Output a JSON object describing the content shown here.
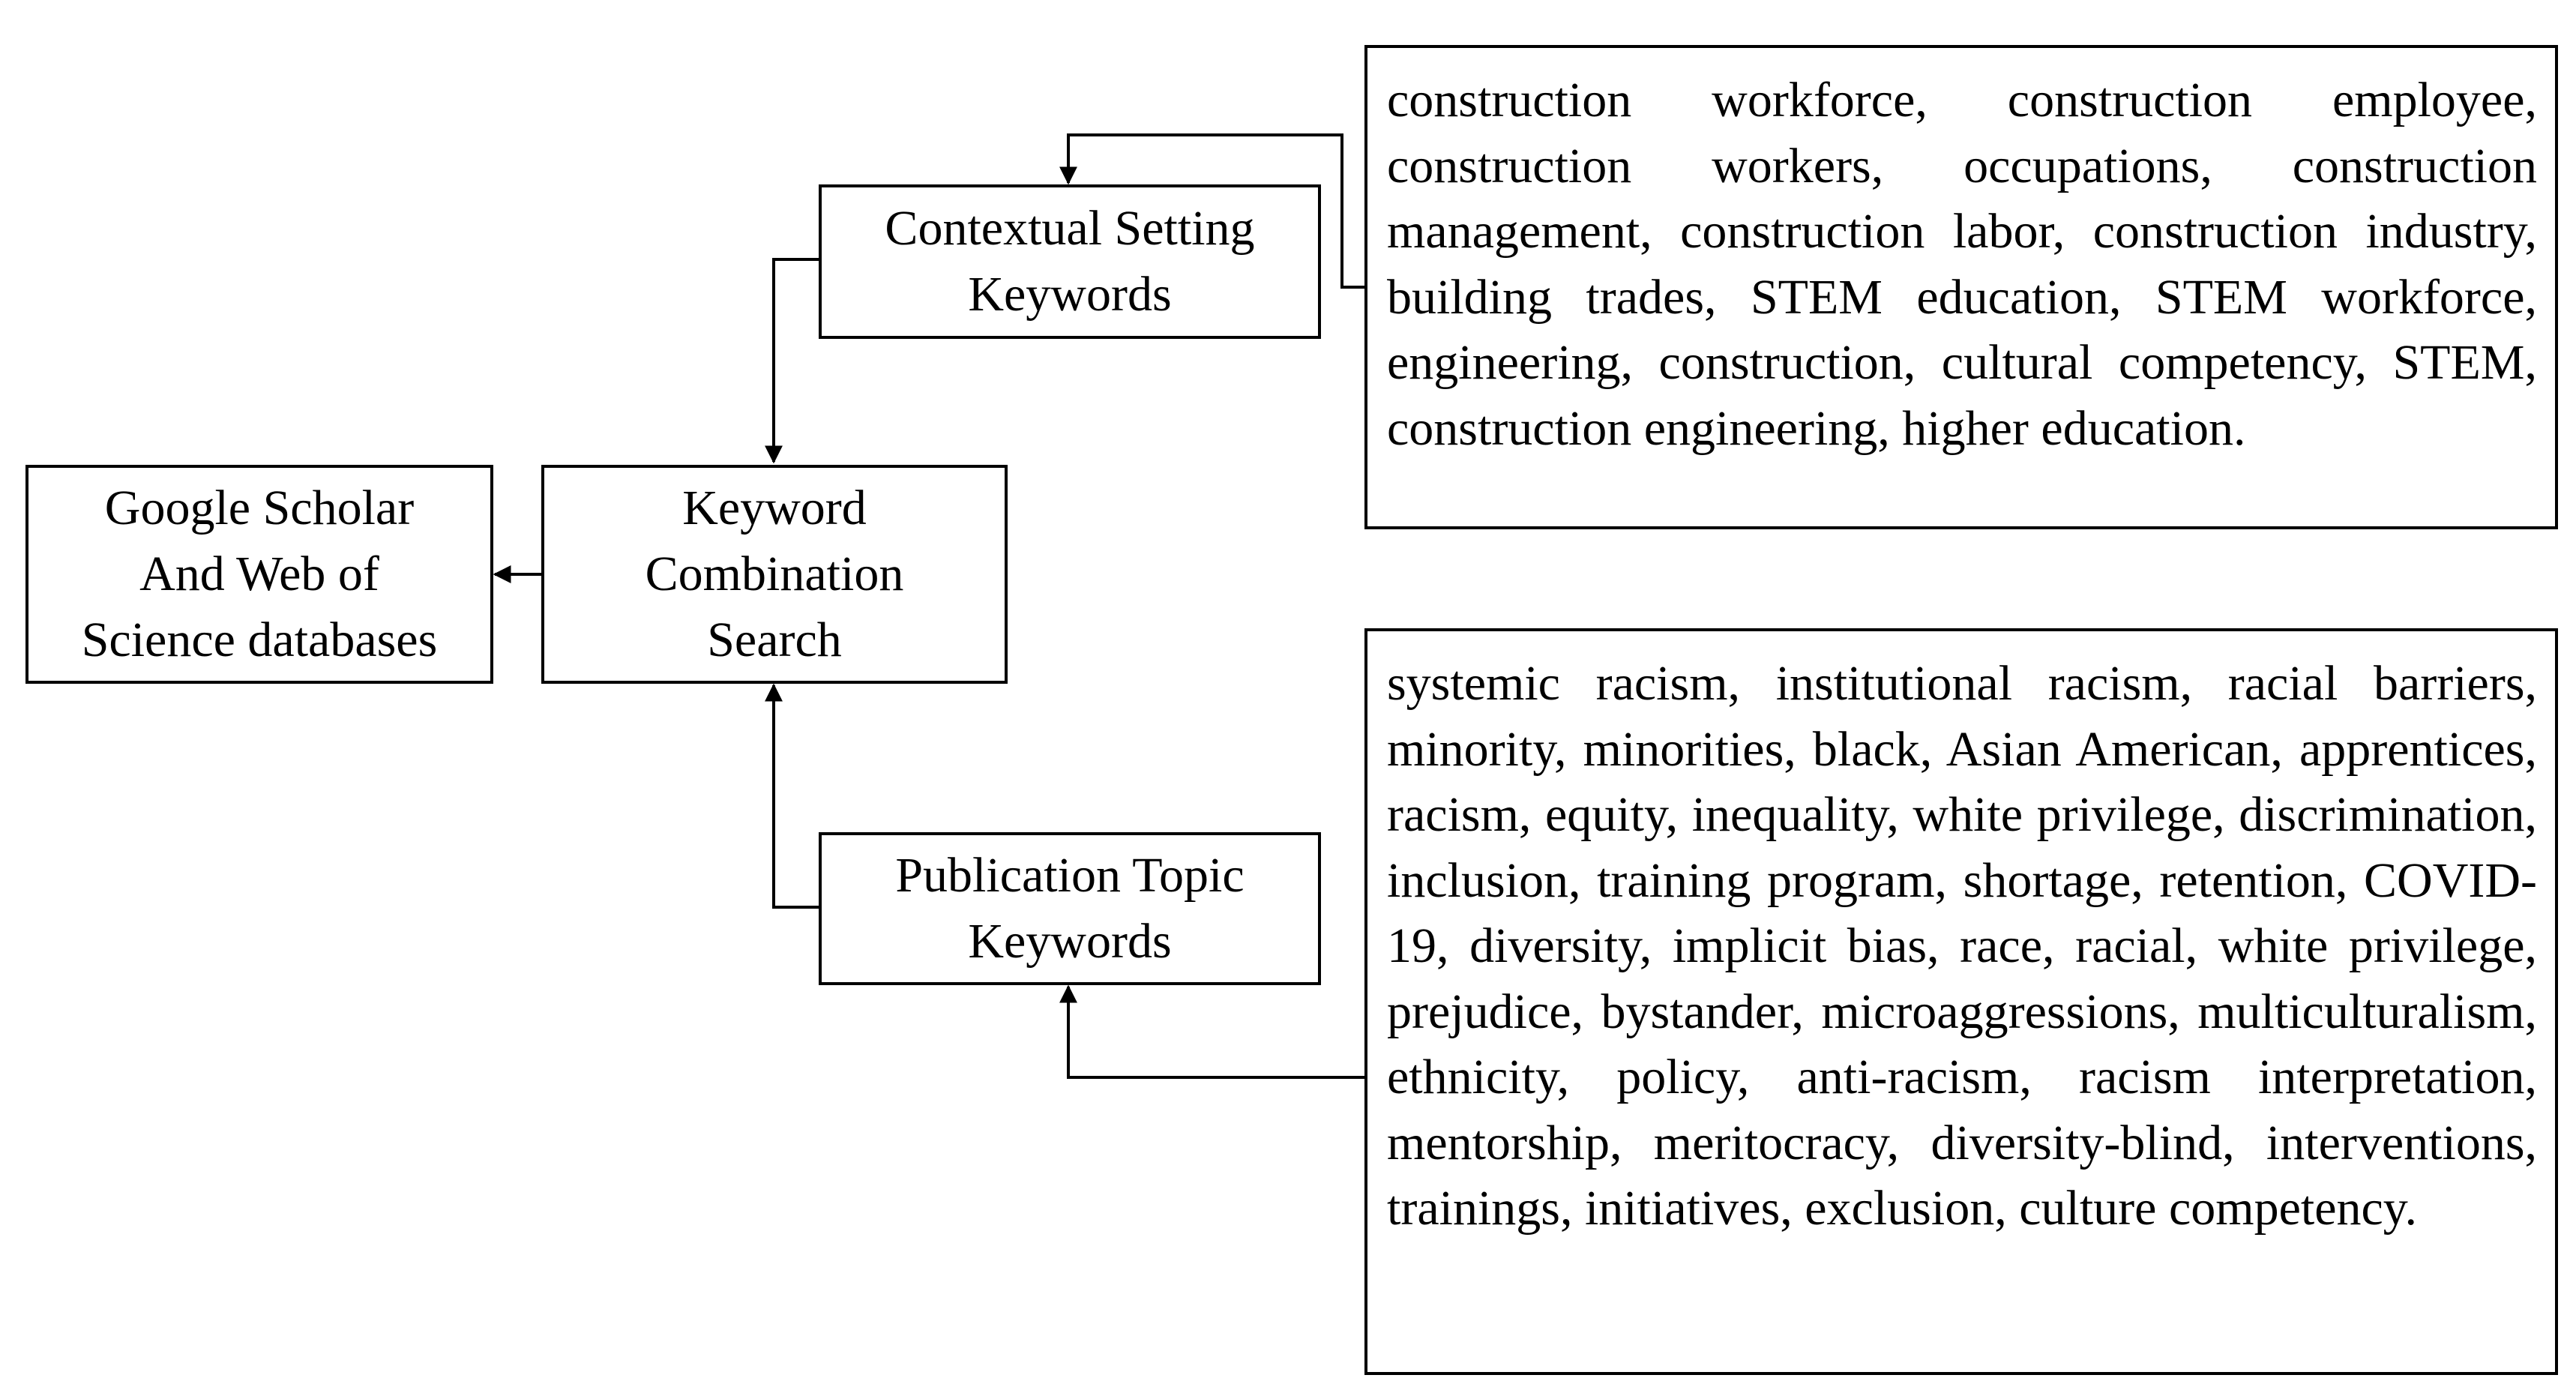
{
  "nodes": {
    "databases": {
      "label": "Google Scholar\nAnd Web of\nScience databases"
    },
    "search": {
      "label": "Keyword\nCombination\nSearch"
    },
    "contextual": {
      "label": "Contextual Setting\nKeywords"
    },
    "topic": {
      "label": "Publication Topic\nKeywords"
    }
  },
  "keyword_lists": {
    "contextual": "construction workforce, construction employee, construction workers, occupations, construction management, construction labor, construction industry, building trades, STEM education, STEM workforce, engineering, construction, cultural competency, STEM, construction engineering, higher education.",
    "topic": "systemic racism, institutional racism, racial barriers, minority, minorities, black, Asian American, apprentices, racism, equity, inequality, white privilege, discrimination, inclusion, training program, shortage, retention, COVID-19, diversity, implicit bias, race, racial, white privilege, prejudice, bystander, microaggressions, multiculturalism, ethnicity, policy, anti-racism, racism interpretation, mentorship, meritocracy, diversity-blind, interventions, trainings, initiatives, exclusion, culture competency."
  },
  "colors": {
    "stroke": "#000000",
    "background": "#ffffff"
  }
}
